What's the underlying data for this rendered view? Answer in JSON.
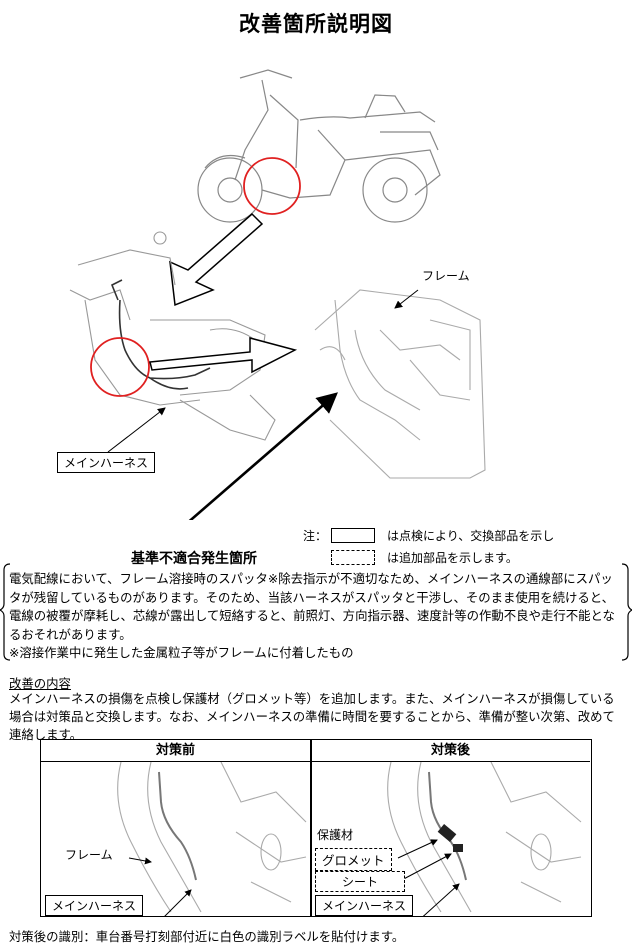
{
  "title": "改善箇所説明図",
  "labels": {
    "frame": "フレーム",
    "main_harness": "メインハーネス"
  },
  "legend": {
    "prefix": "注：",
    "solid_note": "は点検により、交換部品を示し",
    "dashed_note": "は追加部品を示します。"
  },
  "defect": {
    "heading": "基準不適合発生箇所",
    "body": "電気配線において、フレーム溶接時のスパッタ※除去指示が不適切なため、メインハーネスの通線部にスパッタが残留しているものがあります。そのため、当該ハーネスがスパッタと干渉し、そのまま使用を続けると、電線の被覆が摩耗し、芯線が露出して短絡すると、前照灯、方向指示器、速度計等の作動不良や走行不能となるおそれがあります。",
    "footnote": "※溶接作業中に発生した金属粒子等がフレームに付着したもの"
  },
  "improvement": {
    "heading": "改善の内容",
    "body": "メインハーネスの損傷を点検し保護材（グロメット等）を追加します。また、メインハーネスが損傷している場合は対策品と交換します。なお、メインハーネスの準備に時間を要することから、準備が整い次第、改めて連絡します。"
  },
  "comparison": {
    "before_header": "対策前",
    "after_header": "対策後",
    "before_frame_label": "フレーム",
    "before_harness_label": "メインハーネス",
    "after_protect_label": "保護材",
    "after_grommet_label": "グロメット",
    "after_sheet_label": "シート",
    "after_harness_label": "メインハーネス"
  },
  "footer": "対策後の識別：車台番号打刻部付近に白色の識別ラベルを貼付けます。",
  "colors": {
    "highlight_circle": "#e02020",
    "line": "#000000",
    "drawing": "#9a9a9a"
  }
}
